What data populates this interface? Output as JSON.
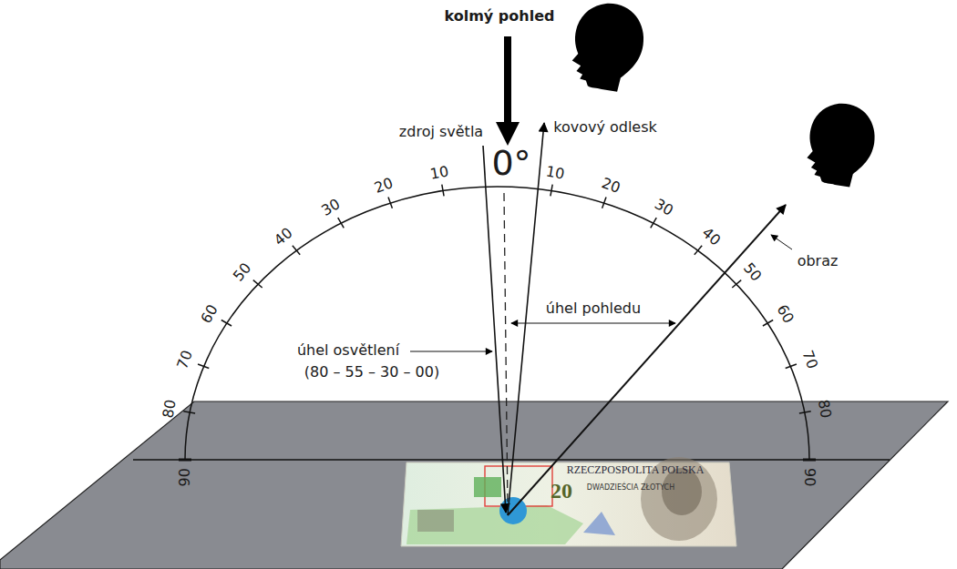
{
  "diagram": {
    "labels": [
      "kolmý pohled",
      "zdroj světla",
      "kovový odlesk",
      "0°",
      "10",
      "20",
      "30",
      "40",
      "50",
      "60",
      "70",
      "80",
      "90",
      "10",
      "20",
      "30",
      "40",
      "50",
      "60",
      "70",
      "80",
      "90",
      "úhel osvětlení",
      "(80 – 55 – 30 – 00)",
      "úhel pohledu",
      "obraz",
      "RZECZPOSPOLITA POLSKA",
      "20",
      "DWADZIEŚCIA ZŁOTYCH"
    ]
  }
}
